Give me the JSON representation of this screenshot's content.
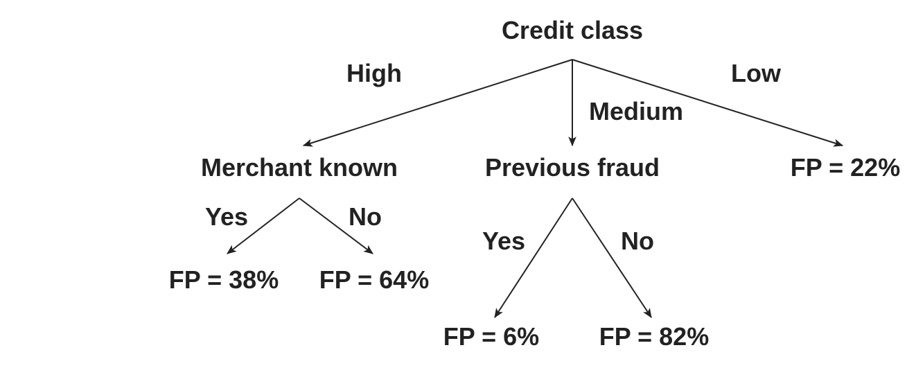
{
  "diagram": {
    "type": "decision-tree",
    "root": {
      "label": "Credit class",
      "branches": [
        {
          "edge": "High",
          "node": {
            "label": "Merchant known",
            "branches": [
              {
                "edge": "Yes",
                "leaf": "FP = 38%"
              },
              {
                "edge": "No",
                "leaf": "FP = 64%"
              }
            ]
          }
        },
        {
          "edge": "Medium",
          "node": {
            "label": "Previous fraud",
            "branches": [
              {
                "edge": "Yes",
                "leaf": "FP = 6%"
              },
              {
                "edge": "No",
                "leaf": "FP = 82%"
              }
            ]
          }
        },
        {
          "edge": "Low",
          "leaf": "FP = 22%"
        }
      ]
    }
  }
}
